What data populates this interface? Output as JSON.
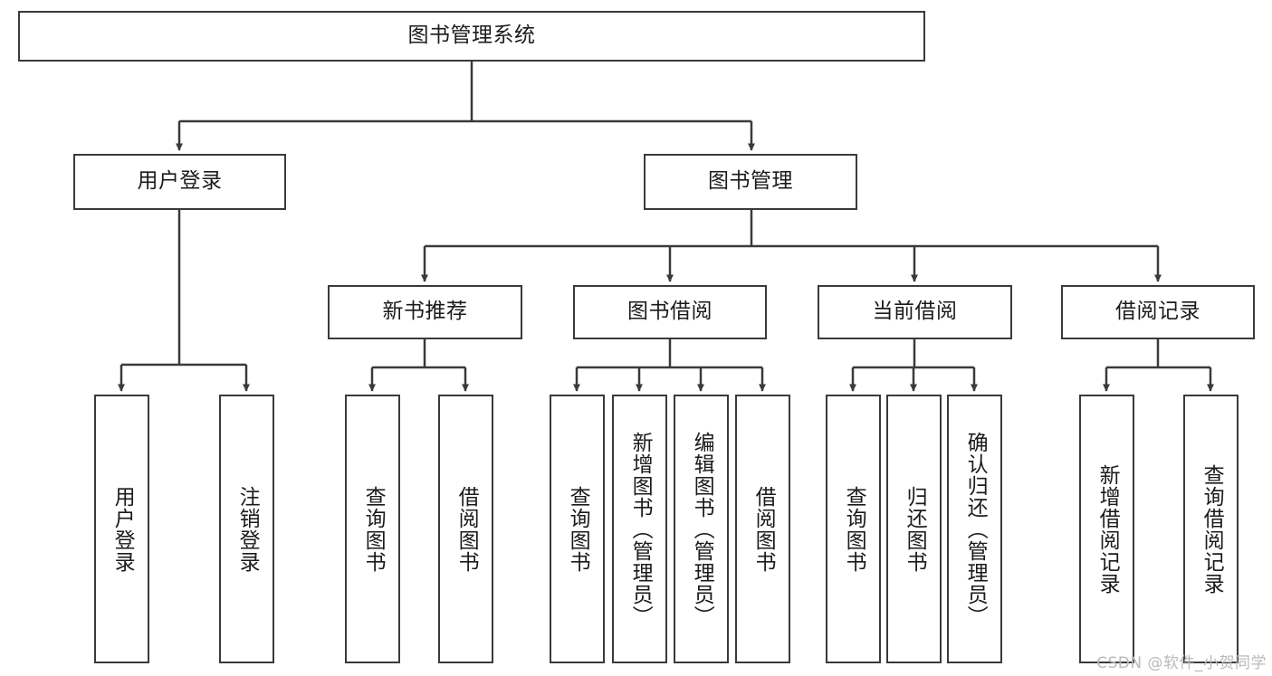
{
  "diagram": {
    "title": "图书管理系统",
    "type": "tree-hierarchy-diagram",
    "watermark": "CSDN @软件_小贺同学",
    "colors": {
      "border": "#3a3a3a",
      "background": "#ffffff",
      "text": "#1b1b1b",
      "edge": "#3a3a3a",
      "watermark": "#b9b9b9"
    },
    "levels": {
      "root": {
        "label": "图书管理系统"
      },
      "level2": [
        {
          "id": "user-login",
          "label": "用户登录"
        },
        {
          "id": "book-management",
          "label": "图书管理"
        }
      ],
      "level3": [
        {
          "id": "new-book-recommend",
          "label": "新书推荐"
        },
        {
          "id": "book-borrow",
          "label": "图书借阅"
        },
        {
          "id": "current-borrow",
          "label": "当前借阅"
        },
        {
          "id": "borrow-record",
          "label": "借阅记录"
        }
      ],
      "leaves": [
        {
          "id": "leaf-user-login",
          "label": "用户登录",
          "parent": "user-login"
        },
        {
          "id": "leaf-logout-login",
          "label": "注销登录",
          "parent": "user-login"
        },
        {
          "id": "leaf-query-book-1",
          "label": "查询图书",
          "parent": "new-book-recommend"
        },
        {
          "id": "leaf-borrow-book-1",
          "label": "借阅图书",
          "parent": "new-book-recommend"
        },
        {
          "id": "leaf-query-book-2",
          "label": "查询图书",
          "parent": "book-borrow"
        },
        {
          "id": "leaf-add-book",
          "label": "新增图书（管理员）",
          "parent": "book-borrow"
        },
        {
          "id": "leaf-edit-book",
          "label": "编辑图书（管理员）",
          "parent": "book-borrow"
        },
        {
          "id": "leaf-borrow-book-2",
          "label": "借阅图书",
          "parent": "book-borrow"
        },
        {
          "id": "leaf-query-book-3",
          "label": "查询图书",
          "parent": "current-borrow"
        },
        {
          "id": "leaf-return-book",
          "label": "归还图书",
          "parent": "current-borrow"
        },
        {
          "id": "leaf-confirm-return",
          "label": "确认归还（管理员）",
          "parent": "current-borrow"
        },
        {
          "id": "leaf-add-record",
          "label": "新增借阅记录",
          "parent": "borrow-record"
        },
        {
          "id": "leaf-query-record",
          "label": "查询借阅记录",
          "parent": "borrow-record"
        }
      ]
    }
  }
}
